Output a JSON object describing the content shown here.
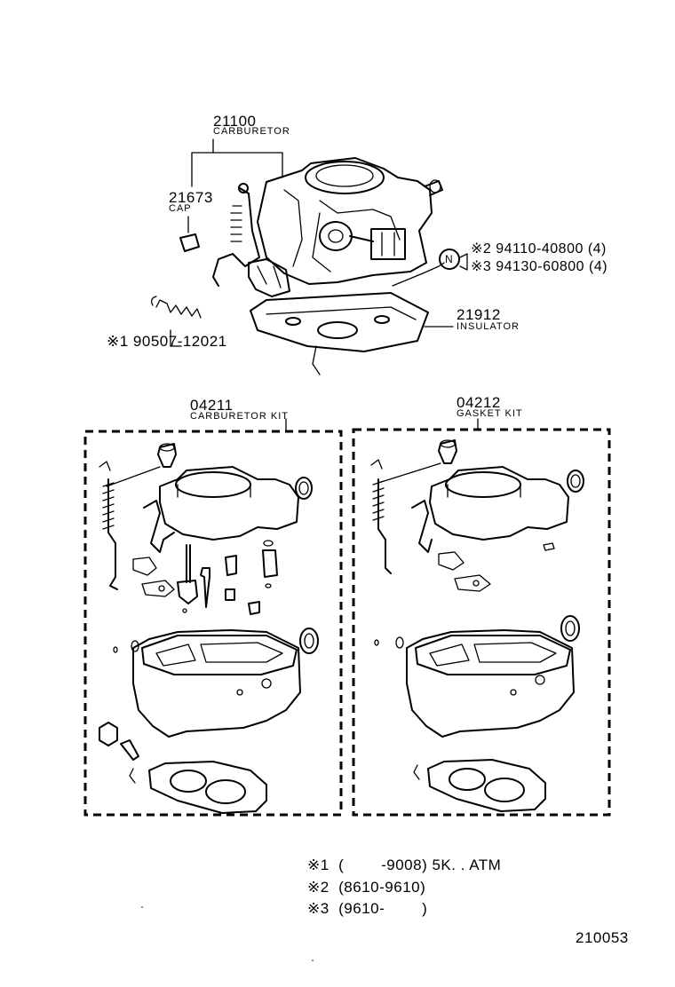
{
  "parts": {
    "carburetor": {
      "number": "21100",
      "name": "CARBURETOR"
    },
    "cap": {
      "number": "21673",
      "name": "CAP"
    },
    "spring": {
      "label": "※1 90507-12021"
    },
    "insulator": {
      "number": "21912",
      "name": "INSULATOR"
    },
    "nut_symbol": "N",
    "nut_line1": "※2  94110-40800 (4)",
    "nut_line2": "※3  94130-60800 (4)",
    "carb_kit": {
      "number": "04211",
      "name": "CARBURETOR KIT"
    },
    "gasket_kit": {
      "number": "04212",
      "name": "GASKET KIT"
    }
  },
  "notes": [
    "※1  (        -9008) 5K. . ATM",
    "※2  (8610-9610)",
    "※3  (9610-        )"
  ],
  "diagram_code": "210053"
}
